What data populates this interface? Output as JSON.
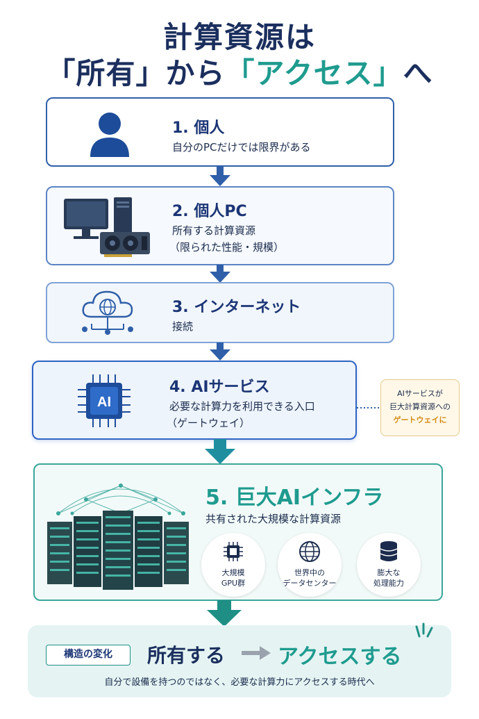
{
  "title": {
    "line1": "計算資源は",
    "line2_pre": "「所有」から",
    "line2_access": "「アクセス」",
    "line2_post": "へ"
  },
  "steps": [
    {
      "title": "1. 個人",
      "sub1": "自分のPCだけでは限界がある",
      "icon": "person-icon"
    },
    {
      "title": "2. 個人PC",
      "sub1": "所有する計算資源",
      "sub2": "（限られた性能・規模）",
      "icon": "desktop-pc-icon"
    },
    {
      "title": "3. インターネット",
      "sub1": "接続",
      "icon": "cloud-globe-icon"
    },
    {
      "title": "4. AIサービス",
      "sub1": "必要な計算力を利用できる入口",
      "sub2": "（ゲートウェイ）",
      "icon": "ai-chip-icon",
      "chip_text": "AI"
    },
    {
      "title": "5. 巨大AIインフラ",
      "sub1": "共有された大規模な計算資源",
      "icon": "server-racks-icon"
    }
  ],
  "callout": {
    "line1": "AIサービスが",
    "line2": "巨大計算資源への",
    "line3": "ゲートウェイに"
  },
  "features": [
    {
      "line1": "大規模",
      "line2": "GPU群",
      "icon": "gpu-chip-icon"
    },
    {
      "line1": "世界中の",
      "line2": "データセンター",
      "icon": "globe-icon"
    },
    {
      "line1": "膨大な",
      "line2": "処理能力",
      "icon": "database-icon"
    }
  ],
  "summary": {
    "badge": "構造の変化",
    "own": "所有する",
    "access": "アクセスする",
    "text": "自分で設備を持つのではなく、必要な計算力にアクセスする時代へ"
  },
  "colors": {
    "navy": "#1b2f5e",
    "teal": "#1f9b8f",
    "blue": "#2f5fa8",
    "highlight": "#d38a12"
  }
}
